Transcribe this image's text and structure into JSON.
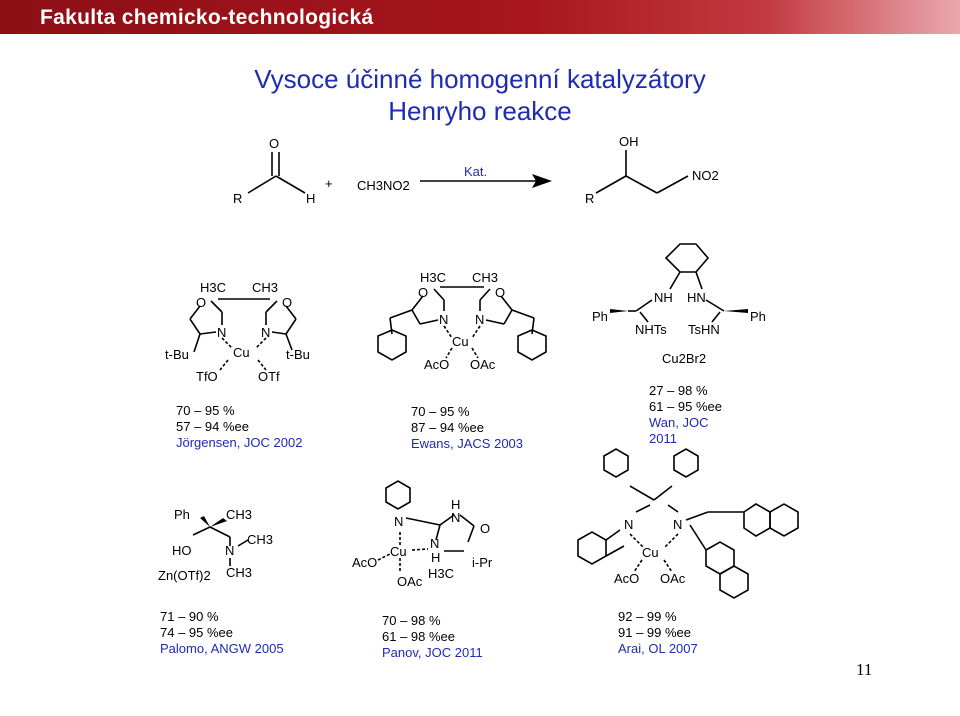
{
  "header": {
    "faculty": "Fakulta chemicko-technologická"
  },
  "title": {
    "line1": "Vysoce účinné homogenní katalyzátory",
    "line2": "Henryho reakce"
  },
  "reaction": {
    "reactant_R": "R",
    "reactant_O": "O",
    "reactant_H": "H",
    "plus": "+",
    "nitromethane": "CH3NO2",
    "catalyst": "Kat.",
    "product_R": "R",
    "product_OH": "OH",
    "product_NO2": "NO2"
  },
  "catalysts": [
    {
      "id": "c1",
      "yield": "70 – 95 %",
      "ee": "57 – 94 %ee",
      "ref": "Jörgensen, JOC 2002",
      "labels": [
        "H3C",
        "CH3",
        "O",
        "O",
        "N",
        "N",
        "Cu",
        "t-Bu",
        "t-Bu",
        "TfO",
        "OTf"
      ]
    },
    {
      "id": "c2",
      "yield": "70 – 95 %",
      "ee": "87 – 94 %ee",
      "ref": "Ewans, JACS 2003",
      "labels": [
        "H3C",
        "CH3",
        "O",
        "O",
        "N",
        "N",
        "Cu",
        "AcO",
        "OAc"
      ]
    },
    {
      "id": "c3",
      "yield": "27 – 98 %",
      "ee": "61 – 95 %ee",
      "ref_line1": "Wan, JOC",
      "ref_line2": "2011",
      "labels": [
        "NH",
        "HN",
        "Ph",
        "Ph",
        "NHTs",
        "TsHN",
        "Cu2Br2"
      ]
    },
    {
      "id": "c4",
      "yield": "71 – 90 %",
      "ee": "74 – 95 %ee",
      "ref": "Palomo, ANGW 2005",
      "labels": [
        "Ph",
        "CH3",
        "HO",
        "N",
        "CH3",
        "CH3",
        "Zn(OTf)2"
      ]
    },
    {
      "id": "c5",
      "yield": "70 – 98 %",
      "ee": "61 – 98 %ee",
      "ref": "Panov, JOC 2011",
      "labels": [
        "N",
        "H",
        "N",
        "O",
        "AcO",
        "Cu",
        "N",
        "H",
        "i-Pr",
        "H3C",
        "OAc"
      ]
    },
    {
      "id": "c6",
      "yield": "92 – 99 %",
      "ee": "91 – 99 %ee",
      "ref": "Arai, OL 2007",
      "labels": [
        "N",
        "N",
        "Cu",
        "AcO",
        "OAc"
      ]
    }
  ],
  "page_number": "11"
}
